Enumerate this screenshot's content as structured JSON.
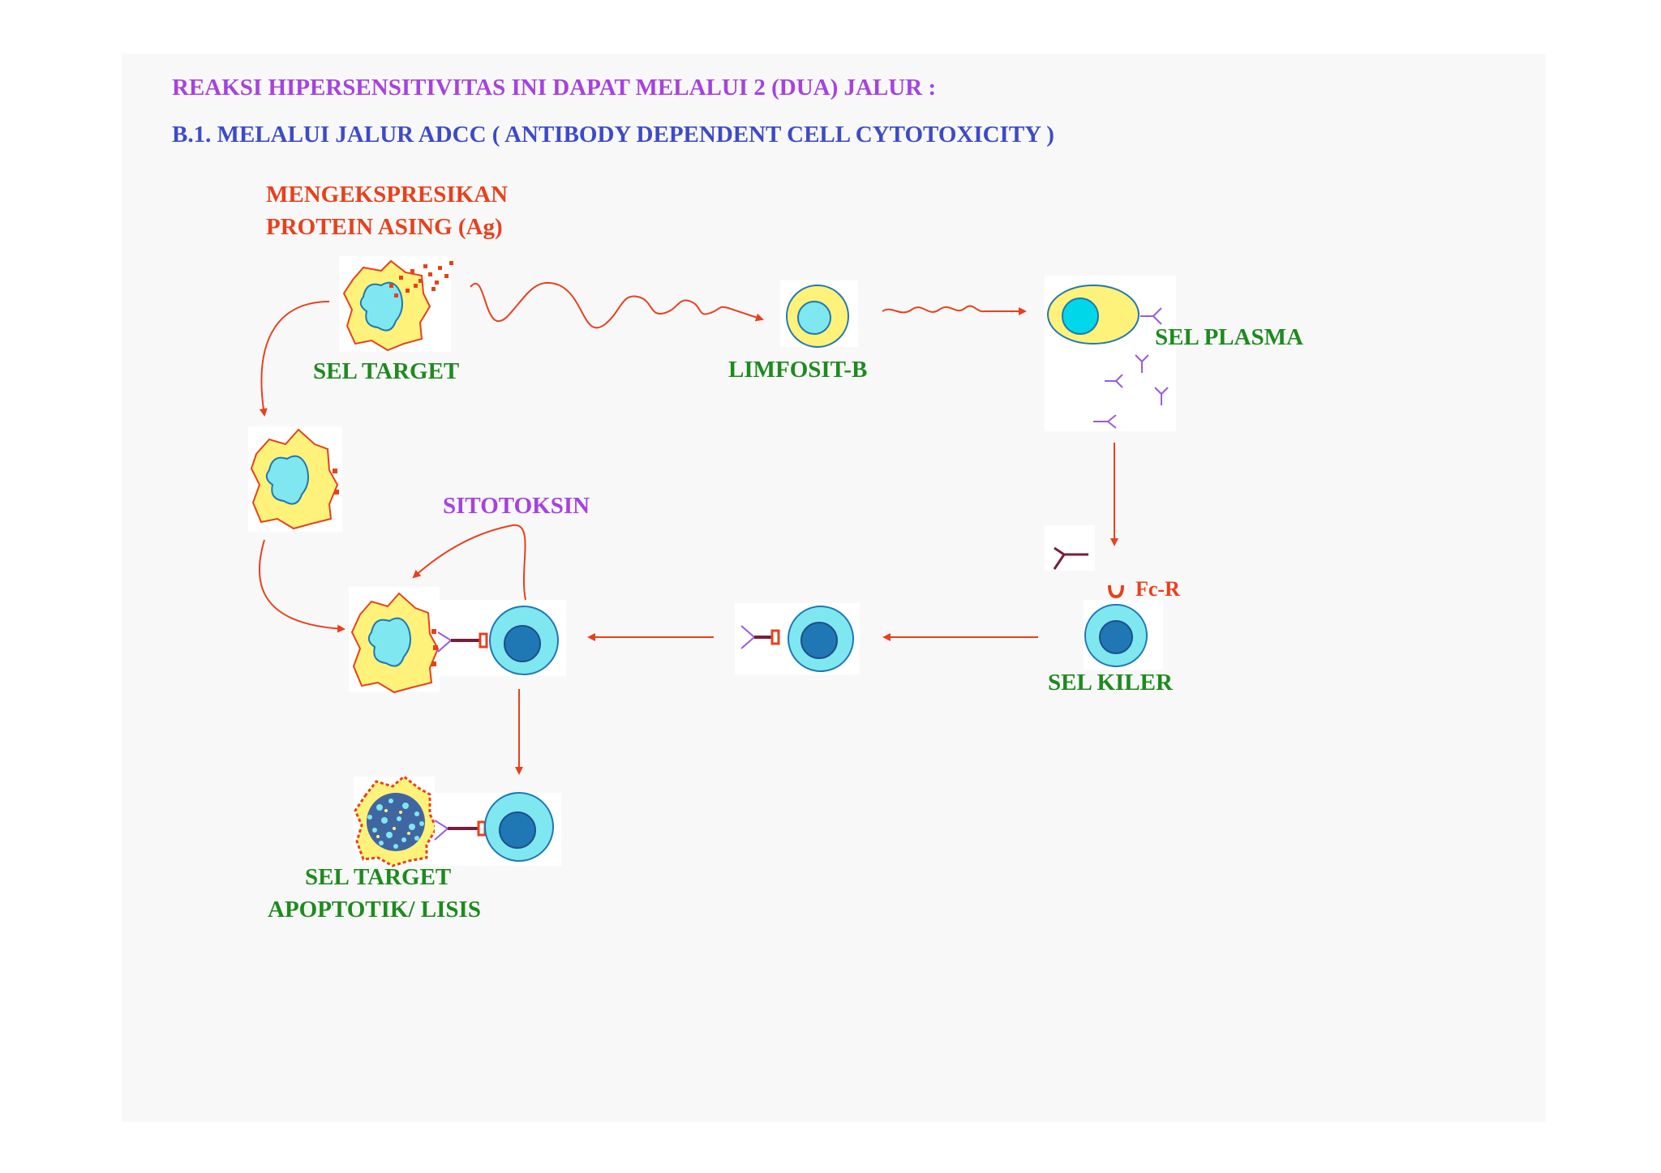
{
  "header": {
    "line1": "REAKSI HIPERSENSITIVITAS INI DAPAT MELALUI 2 (DUA) JALUR :",
    "line2": "B.1.  MELALUI JALUR ADCC ( ANTIBODY DEPENDENT CELL CYTOTOXICITY )"
  },
  "labels": {
    "antigen_line1": "MENGEKSPRESIKAN",
    "antigen_line2": "PROTEIN ASING (Ag)",
    "target_cell": "SEL TARGET",
    "b_lymphocyte": "LIMFOSIT-B",
    "plasma_cell": "SEL PLASMA",
    "cytotoxin": "SITOTOKSIN",
    "fc_receptor": "Fc-R",
    "killer_cell": "SEL KILER",
    "lysed_line1": "SEL TARGET",
    "lysed_line2": "APOPTOTIK/ LISIS"
  },
  "colors": {
    "title_purple": "#a642e0",
    "title_blue": "#3c4bc8",
    "label_red": "#e8401c",
    "label_green": "#1e8a1e",
    "arrow_red": "#e8401c",
    "cell_yellow": "#fff27a",
    "cell_cyan": "#7fe7f0",
    "nucleus_blue": "#1f78b4",
    "antibody_purple": "#9a5ae0",
    "antibody_maroon": "#7a1c3c"
  }
}
